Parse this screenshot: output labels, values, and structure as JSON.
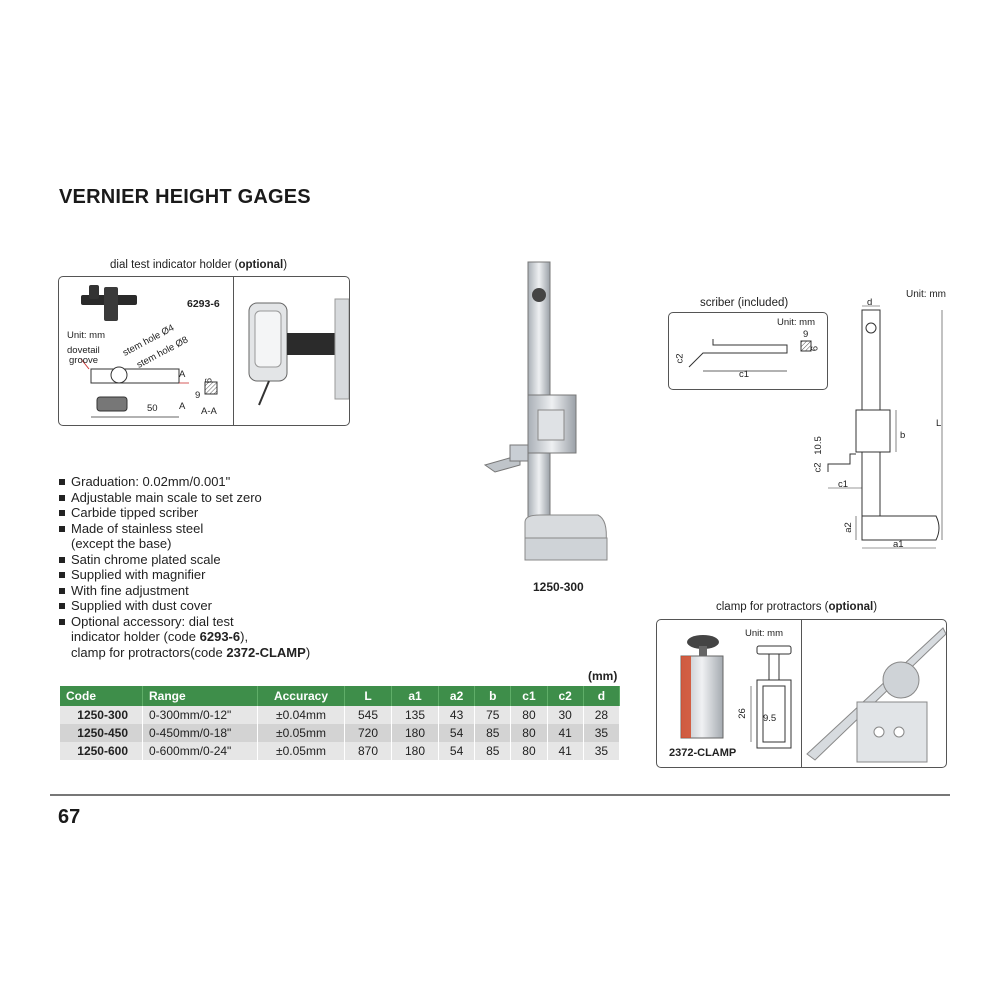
{
  "page": {
    "title": "VERNIER HEIGHT GAGES",
    "page_number": "67"
  },
  "dial_holder": {
    "caption_prefix": "dial test indicator holder (",
    "caption_bold": "optional",
    "caption_suffix": ")",
    "code": "6293-6",
    "unit": "Unit: mm",
    "dovetail": "dovetail",
    "groove": "groove",
    "stem_hole_4": "stem hole Ø4",
    "stem_hole_8": "stem hole Ø8",
    "dim_50": "50",
    "dim_9a": "9",
    "dim_9b": "9",
    "section_a_top": "A",
    "section_a_bottom": "A",
    "section_label": "A-A"
  },
  "main_product": {
    "model": "1250-300"
  },
  "scriber": {
    "caption": "scriber (included)",
    "unit": "Unit: mm",
    "c1": "c1",
    "c2": "c2",
    "dim_9a": "9",
    "dim_9b": "9"
  },
  "dimension_drawing": {
    "unit": "Unit: mm",
    "d": "d",
    "L": "L",
    "b": "b",
    "dim_10_5": "10.5",
    "c2": "c2",
    "c1": "c1",
    "a2": "a2",
    "a1": "a1"
  },
  "features": [
    "Graduation: 0.02mm/0.001\"",
    "Adjustable main scale to set zero",
    "Carbide tipped scriber",
    "Made of stainless steel",
    "(except the base)",
    "Satin chrome plated scale",
    "Supplied with magnifier",
    "With fine adjustment",
    "Supplied with dust cover",
    "Optional accessory: dial test",
    "indicator holder (code ",
    "6293-6",
    "),",
    "clamp for protractors(code ",
    "2372-CLAMP",
    ")"
  ],
  "table": {
    "unit": "(mm)",
    "headers": [
      "Code",
      "Range",
      "Accuracy",
      "L",
      "a1",
      "a2",
      "b",
      "c1",
      "c2",
      "d"
    ],
    "rows": [
      [
        "1250-300",
        "0-300mm/0-12\"",
        "±0.04mm",
        "545",
        "135",
        "43",
        "75",
        "80",
        "30",
        "28"
      ],
      [
        "1250-450",
        "0-450mm/0-18\"",
        "±0.05mm",
        "720",
        "180",
        "54",
        "85",
        "80",
        "41",
        "35"
      ],
      [
        "1250-600",
        "0-600mm/0-24\"",
        "±0.05mm",
        "870",
        "180",
        "54",
        "85",
        "80",
        "41",
        "35"
      ]
    ]
  },
  "clamp": {
    "caption_prefix": "clamp for protractors (",
    "caption_bold": "optional",
    "caption_suffix": ")",
    "unit": "Unit: mm",
    "dim_26": "26",
    "dim_9_5": "9.5",
    "code": "2372-CLAMP"
  },
  "colors": {
    "table_header": "#3e8e4a",
    "row_light": "#e6e6e6",
    "row_dark": "#d3d3d3",
    "steel": "#c9ced4"
  }
}
